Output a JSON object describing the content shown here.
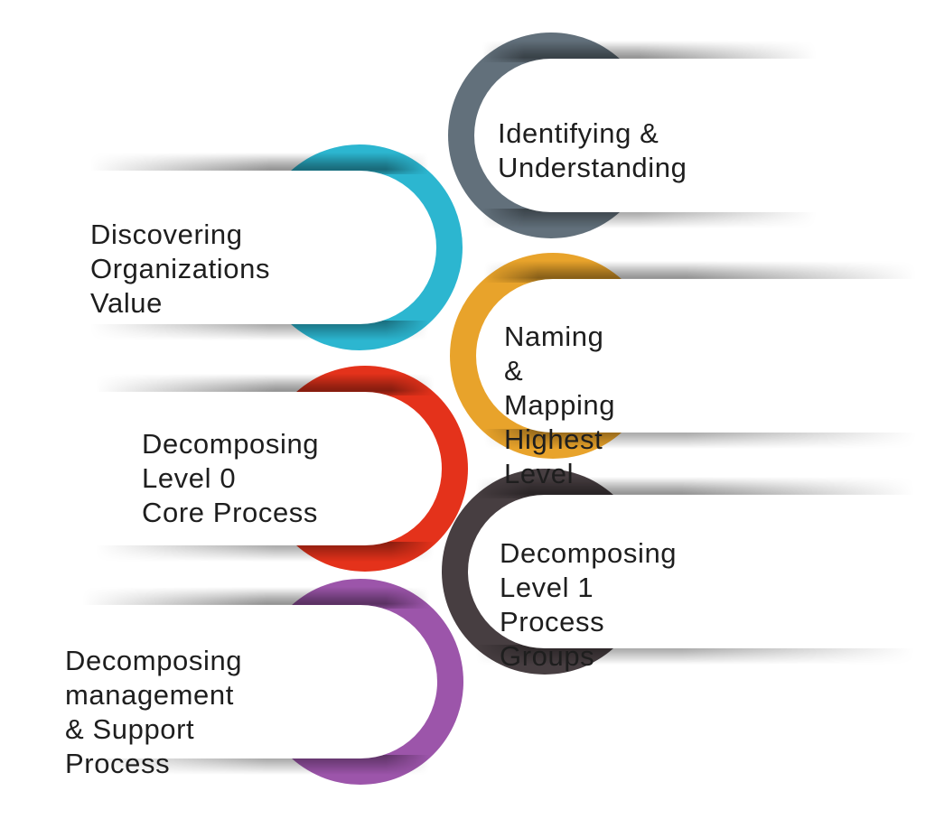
{
  "diagram": {
    "background": "#ffffff",
    "text_color": "#1e1e1e"
  },
  "items": [
    {
      "label": "Identifying & Understanding",
      "color": "#62707b",
      "side": "right"
    },
    {
      "label": "Discovering Organizations\nValue",
      "color": "#2cb6d0",
      "side": "left"
    },
    {
      "label": "Naming & Mapping\nHighest Level",
      "color": "#e8a32b",
      "side": "right"
    },
    {
      "label": "Decomposing Level 0\nCore Process",
      "color": "#e4321b",
      "side": "left"
    },
    {
      "label": "Decomposing Level 1\nProcess Groups",
      "color": "#473e41",
      "side": "right"
    },
    {
      "label": "Decomposing management\n& Support Process",
      "color": "#9c55aa",
      "side": "left"
    }
  ]
}
